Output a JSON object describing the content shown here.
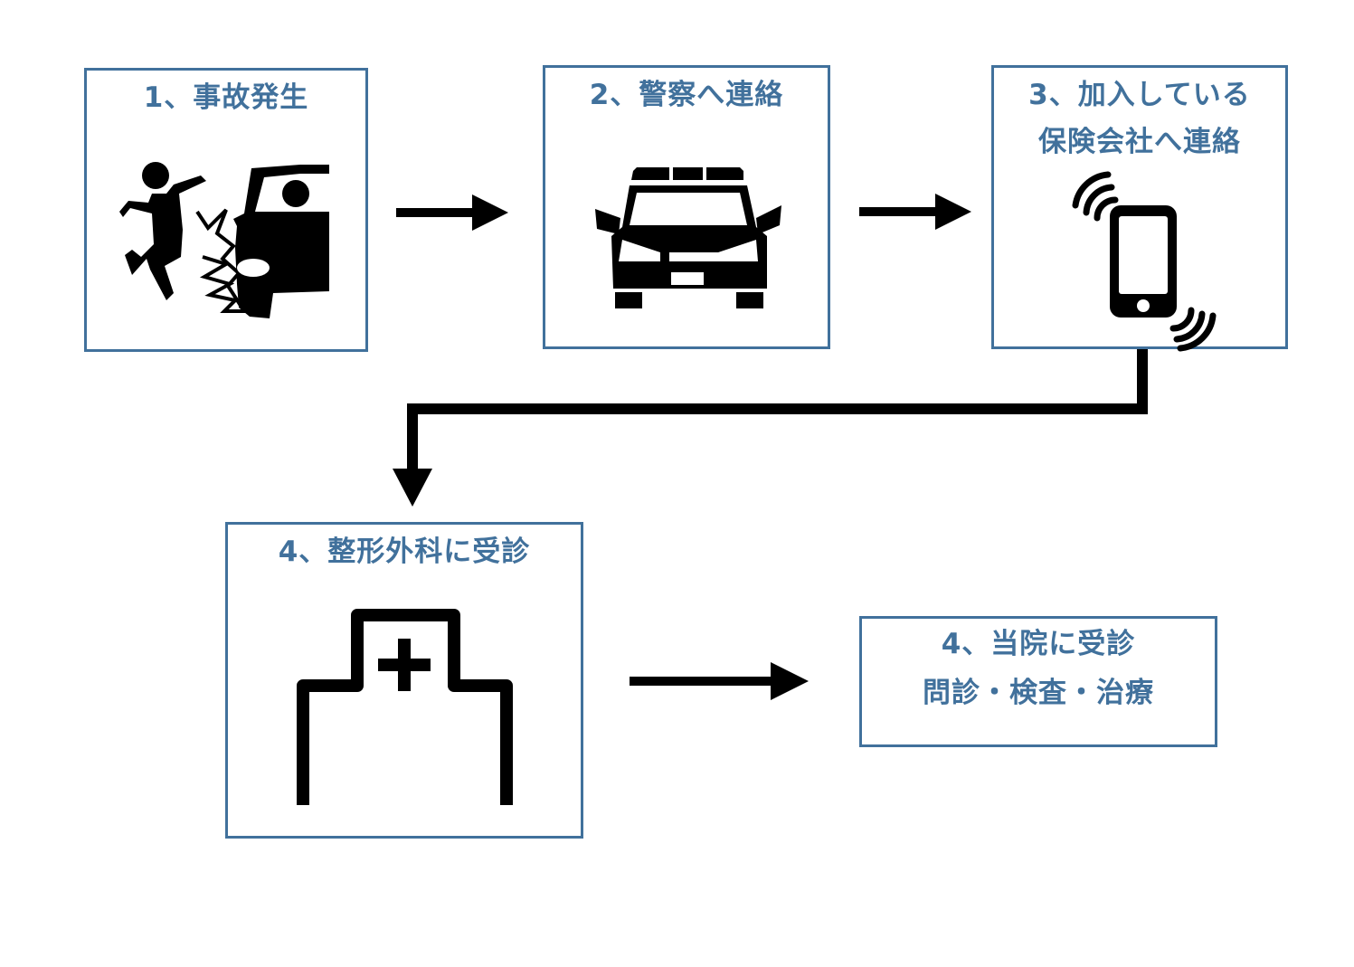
{
  "colors": {
    "accent": "#41719c",
    "icon": "#000000"
  },
  "steps": [
    {
      "id": 1,
      "title": "1、事故発生",
      "icon": "accident-icon"
    },
    {
      "id": 2,
      "title": "2、警察へ連絡",
      "icon": "police-car-icon"
    },
    {
      "id": 3,
      "title_lines": [
        "3、加入している",
        "保険会社へ連絡"
      ],
      "icon": "smartphone-vibrate-icon"
    },
    {
      "id": 4,
      "title": "4、整形外科に受診",
      "icon": "hospital-icon"
    },
    {
      "id": 5,
      "title_lines": [
        "4、当院に受診",
        "問診・検査・治療"
      ]
    }
  ],
  "connectors": [
    {
      "from": 1,
      "to": 2,
      "type": "arrow-right"
    },
    {
      "from": 2,
      "to": 3,
      "type": "arrow-right"
    },
    {
      "from": 3,
      "to": 4,
      "type": "elbow-arrow-down"
    },
    {
      "from": 4,
      "to": 5,
      "type": "arrow-right"
    }
  ]
}
